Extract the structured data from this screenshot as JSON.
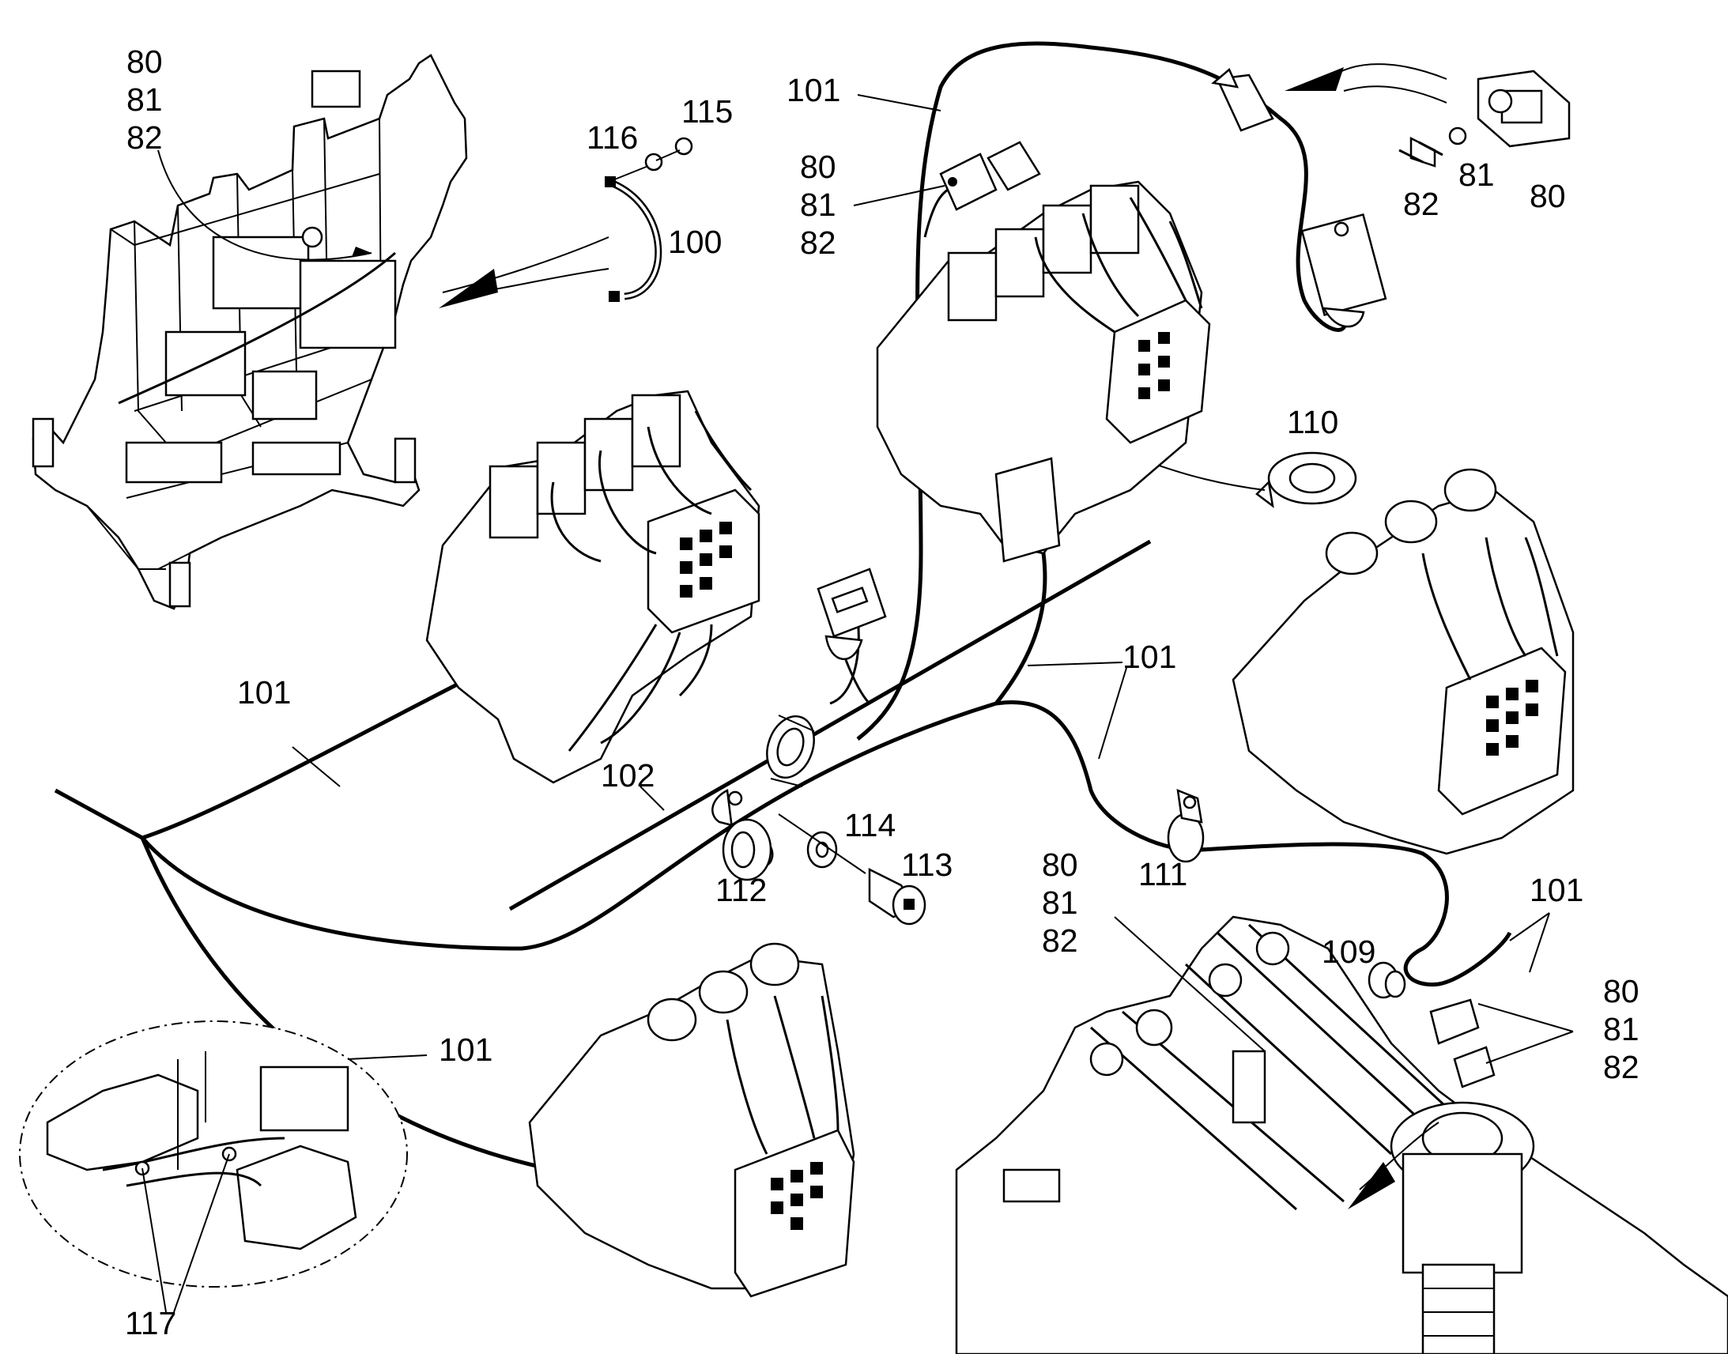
{
  "diagram": {
    "callouts": {
      "c_80_81_82_a": [
        "80",
        "81",
        "82"
      ],
      "c_115": "115",
      "c_116": "116",
      "c_100": "100",
      "c_101_top": "101",
      "c_80_81_82_b": [
        "80",
        "81",
        "82"
      ],
      "c_82_r": "82",
      "c_81_r": "81",
      "c_80_r": "80",
      "c_110": "110",
      "c_101_left": "101",
      "c_101_mid": "101",
      "c_102": "102",
      "c_114": "114",
      "c_113": "113",
      "c_112": "112",
      "c_111": "111",
      "c_80_81_82_c": [
        "80",
        "81",
        "82"
      ],
      "c_101_right": "101",
      "c_109": "109",
      "c_80_81_82_d": [
        "80",
        "81",
        "82"
      ],
      "c_101_low": "101",
      "c_117": "117"
    }
  }
}
